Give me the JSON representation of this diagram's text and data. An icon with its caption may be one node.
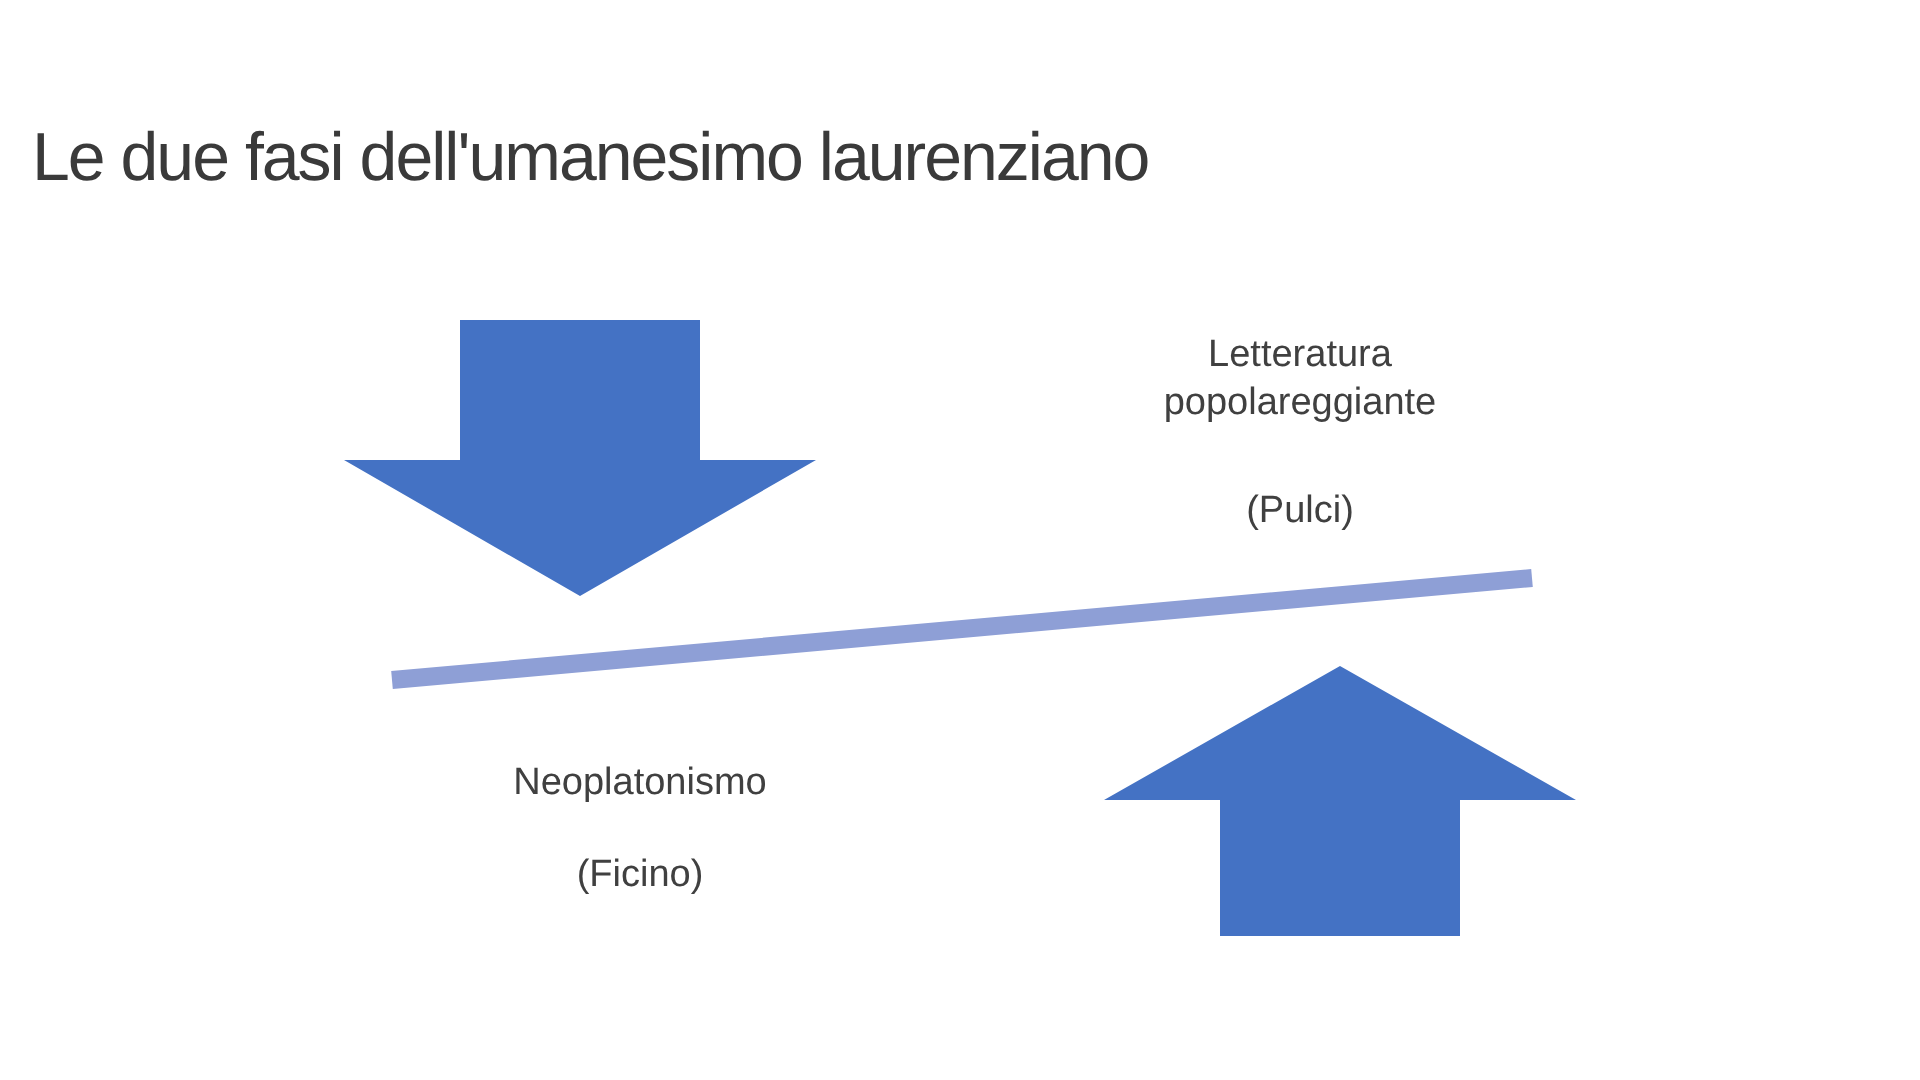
{
  "diagram": {
    "title": "Le due fasi dell'umanesimo laurenziano",
    "labels": [
      "Letteratura popolareggiante",
      "(Pulci)",
      "Neoplatonismo",
      "(Ficino)"
    ]
  }
}
